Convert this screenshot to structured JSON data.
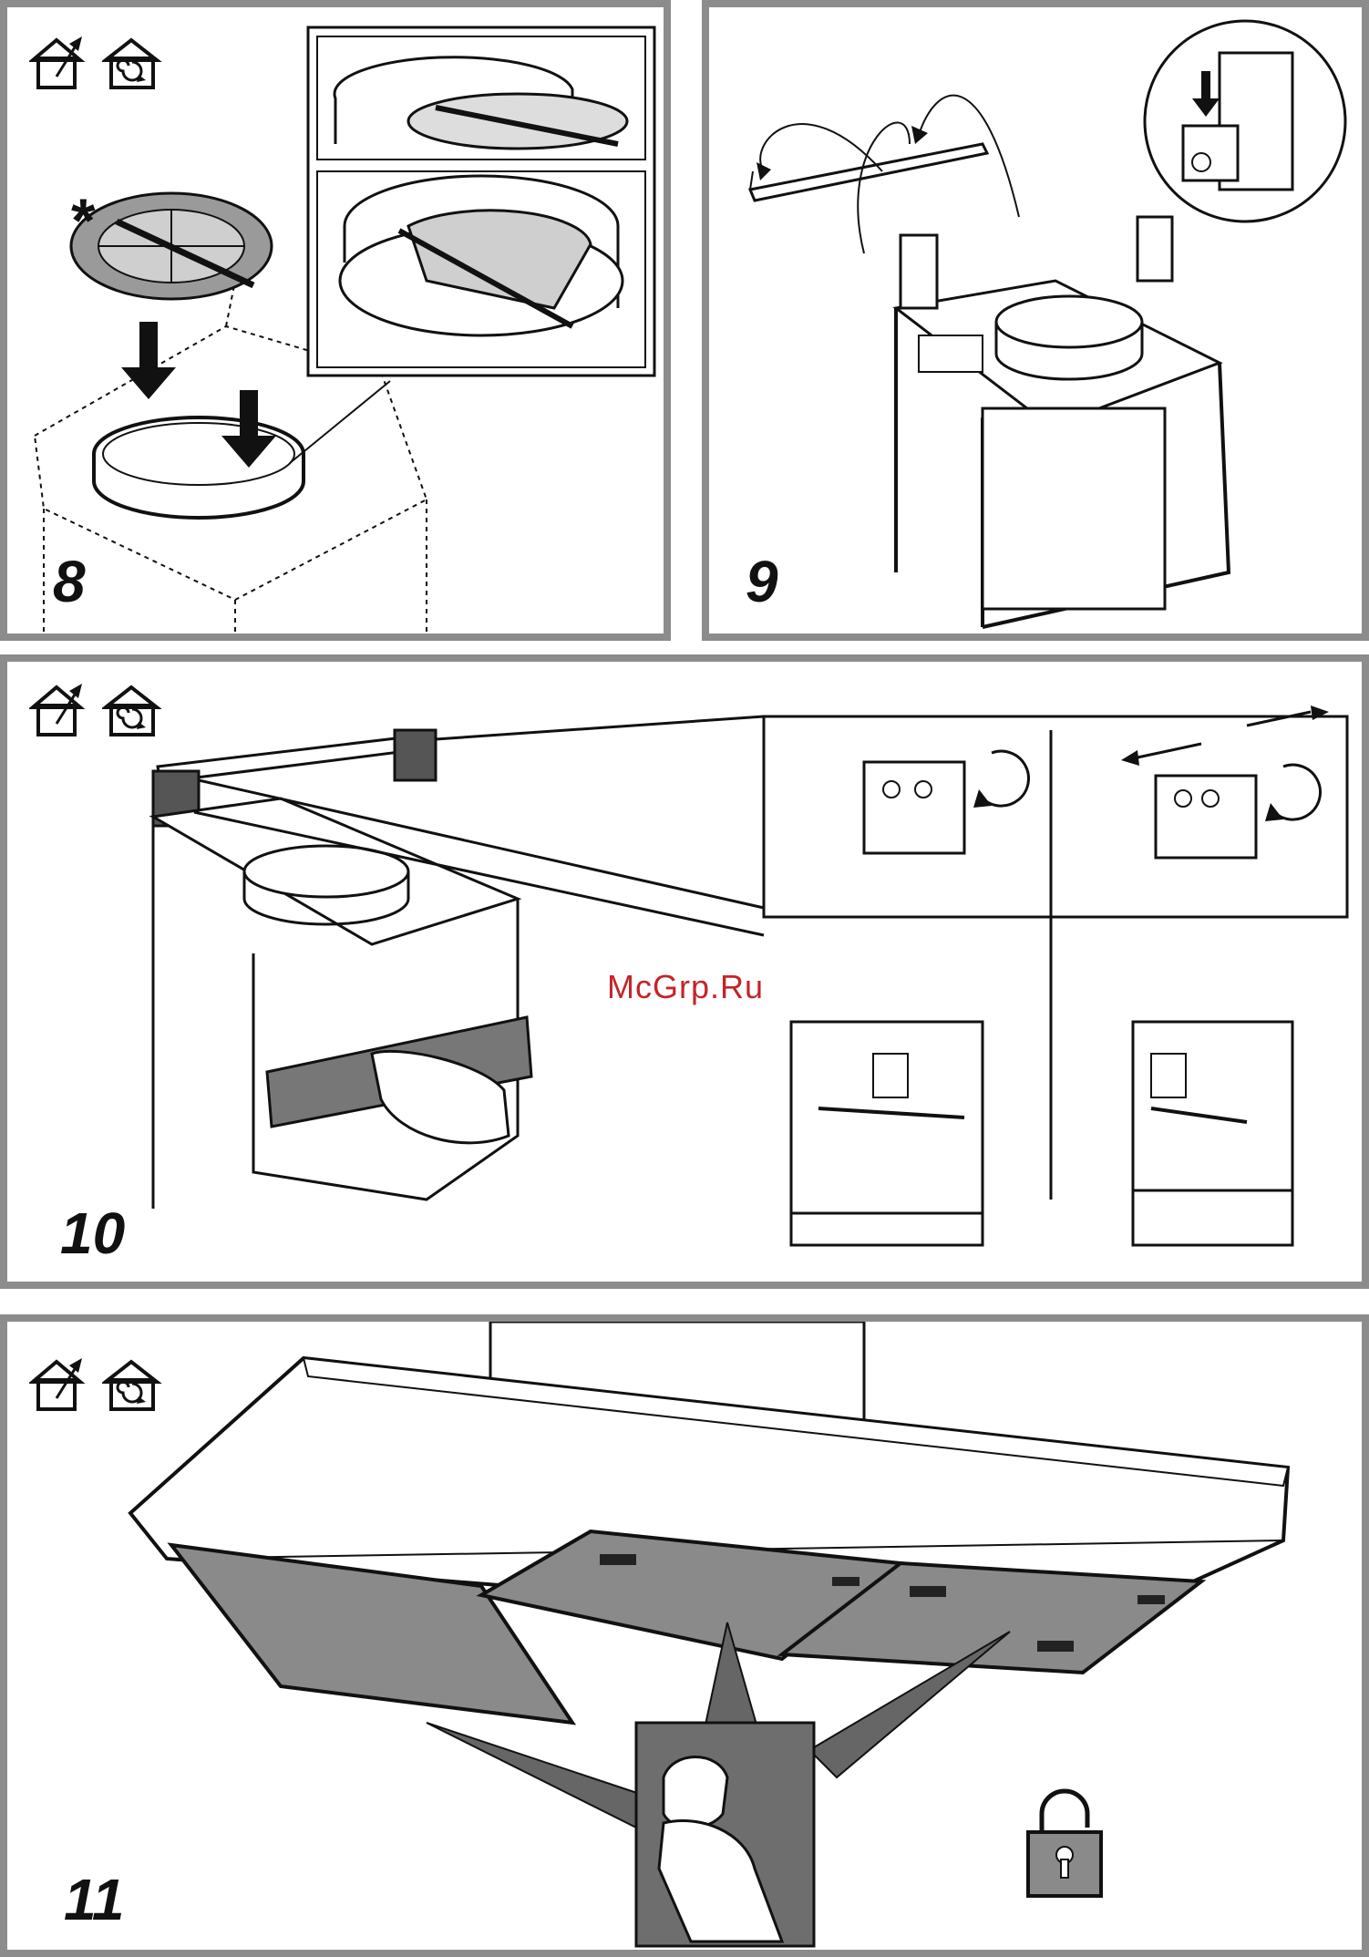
{
  "steps": [
    {
      "number": "8",
      "icons": [
        "exhaust-house-icon",
        "recirculation-house-icon"
      ]
    },
    {
      "number": "9"
    },
    {
      "number": "10",
      "icons": [
        "exhaust-house-icon",
        "recirculation-house-icon"
      ]
    },
    {
      "number": "11",
      "icons": [
        "exhaust-house-icon",
        "recirculation-house-icon"
      ]
    }
  ],
  "step8": {
    "marker": "*"
  },
  "watermark": "McGrp.Ru",
  "colors": {
    "frame": "#8c8c8c",
    "ink": "#111111",
    "filter_gray": "#8a8a8a",
    "watermark": "#c4242a"
  }
}
